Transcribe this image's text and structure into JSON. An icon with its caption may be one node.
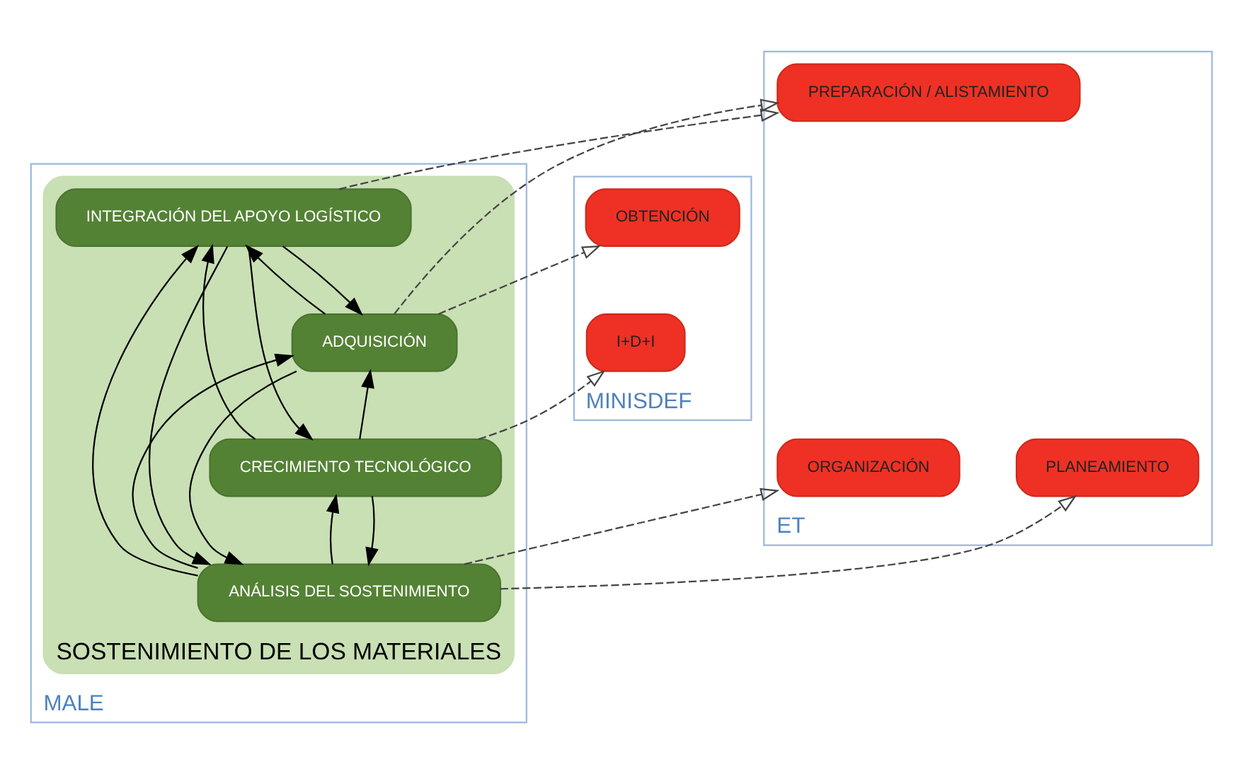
{
  "diagram": {
    "nodes": [
      {
        "text": [
          "MINISDEF"
        ]
      },
      {
        "text": [
          "ET"
        ]
      },
      {
        "text": [
          "MALE"
        ]
      },
      {
        "text": [
          "I+D+I"
        ],
        "in": 0
      },
      {
        "text": [
          "OBTENCIÓN"
        ],
        "in": 0
      },
      {
        "text": [
          "PLANEAMIENTO"
        ],
        "in": 1
      },
      {
        "text": [
          "ORGANIZACIÓN"
        ],
        "in": 1
      },
      {
        "text": [
          "PREPARACIÓN / ALISTAMIENTO"
        ],
        "in": 1
      },
      {
        "text": [
          "SOSTENIMIENTO DE LOS MATERIALES"
        ],
        "in": 2
      },
      {
        "text": [
          "ANÁLISIS DEL SOSTENIMIENTO"
        ],
        "in": 8
      },
      {
        "text": [
          "CRECIMIENTO TECNOLÓGICO"
        ],
        "in": 8
      },
      {
        "text": [
          "ADQUISICIÓN"
        ],
        "in": 8
      },
      {
        "text": [
          "INTEGRACIÓN DEL APOYO LOGÍSTICO"
        ],
        "in": 8
      }
    ],
    "edges": [
      {
        "from": 9,
        "to": 5,
        "arrow": "to",
        "style": "dashed"
      },
      {
        "from": 9,
        "to": 6,
        "arrow": "to",
        "style": "dashed"
      },
      {
        "from": 10,
        "to": 3,
        "arrow": "to",
        "style": "dashed"
      },
      {
        "from": 11,
        "to": 4,
        "arrow": "to",
        "style": "dashed"
      },
      {
        "from": 11,
        "to": 7,
        "arrow": "to",
        "style": "dashed"
      },
      {
        "from": 12,
        "to": 7,
        "arrow": "to",
        "style": "dashed"
      },
      {
        "from": 9,
        "to": 10,
        "arrow": "to"
      },
      {
        "from": 9,
        "to": 11,
        "arrow": "to"
      },
      {
        "from": 9,
        "to": 12,
        "arrow": "to"
      },
      {
        "from": 10,
        "to": 11,
        "arrow": "to"
      },
      {
        "from": 10,
        "to": 12,
        "arrow": "to"
      },
      {
        "from": 10,
        "to": 9,
        "arrow": "to"
      },
      {
        "from": 11,
        "to": 12,
        "arrow": "to"
      },
      {
        "from": 11,
        "to": 9,
        "arrow": "to"
      },
      {
        "from": 12,
        "to": 11,
        "arrow": "to"
      },
      {
        "from": 12,
        "to": 9,
        "arrow": "to"
      },
      {
        "from": 12,
        "to": 10,
        "arrow": "to"
      }
    ]
  }
}
